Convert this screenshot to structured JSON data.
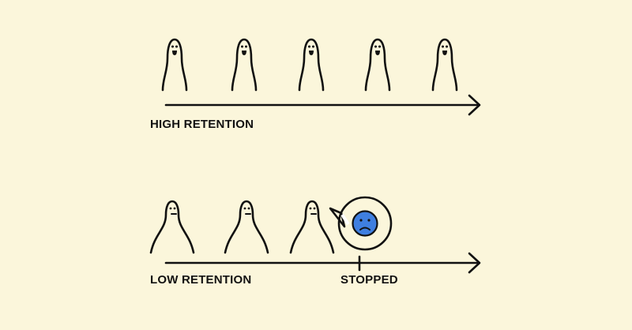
{
  "colors": {
    "background": "#fbf6db",
    "ink": "#111111",
    "sad_face": "#3f7fe0",
    "bubble_fill": "#ffffff"
  },
  "rows": {
    "high": {
      "label": "HIGH RETENTION",
      "people": 5,
      "expression": "happy"
    },
    "low": {
      "label": "LOW RETENTION",
      "people": 3,
      "expression": "neutral",
      "stop_label": "STOPPED",
      "speech_bubble_icon": "sad-face-icon"
    }
  }
}
